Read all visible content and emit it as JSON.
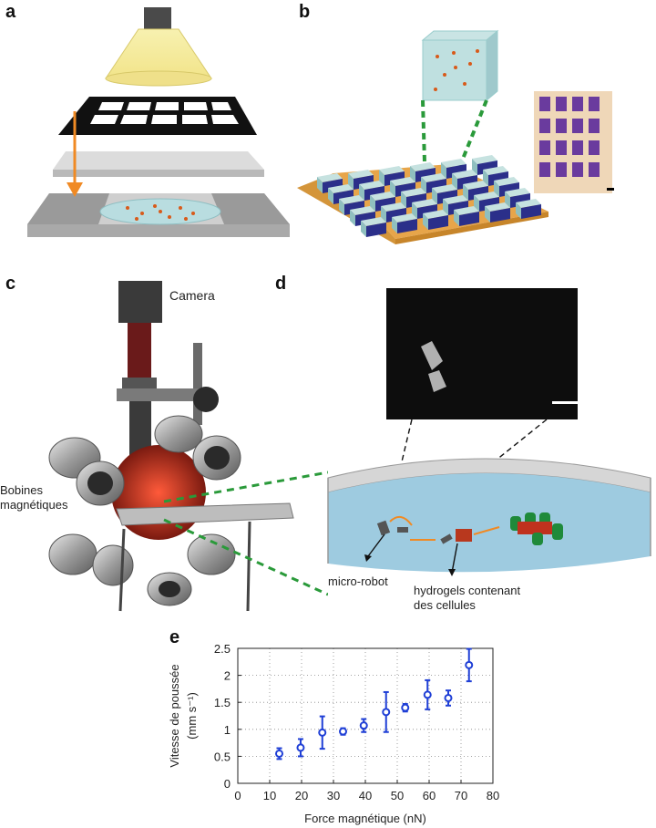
{
  "panels": {
    "a": "a",
    "b": "b",
    "c": "c",
    "d": "d",
    "e": "e"
  },
  "labels": {
    "camera": "Camera",
    "coils_line1": "Bobines",
    "coils_line2": "magnétiques",
    "robot": "micro-robot",
    "hydrogel_line1": "hydrogels contenant",
    "hydrogel_line2": "des cellules"
  },
  "chart_data": {
    "type": "scatter",
    "xlabel": "Force magnétique  (nN)",
    "ylabel_line1": "Vitesse de poussée",
    "ylabel_line2": "(mm s⁻¹)",
    "xlim": [
      0,
      80
    ],
    "ylim": [
      0,
      2.5
    ],
    "xticks": [
      "0",
      "10",
      "20",
      "30",
      "40",
      "50",
      "60",
      "70",
      "80"
    ],
    "yticks": [
      "0",
      "0.5",
      "1",
      "1.5",
      "2",
      "2.5"
    ],
    "grid": true,
    "color": "#1f3fd6",
    "points": [
      {
        "x": 13,
        "y": 0.55,
        "err": 0.1
      },
      {
        "x": 19.7,
        "y": 0.66,
        "err": 0.16
      },
      {
        "x": 26.5,
        "y": 0.94,
        "err": 0.3
      },
      {
        "x": 33,
        "y": 0.96,
        "err": 0.06
      },
      {
        "x": 39.5,
        "y": 1.07,
        "err": 0.12
      },
      {
        "x": 46.5,
        "y": 1.32,
        "err": 0.37
      },
      {
        "x": 52.5,
        "y": 1.4,
        "err": 0.07
      },
      {
        "x": 59.5,
        "y": 1.64,
        "err": 0.27
      },
      {
        "x": 66,
        "y": 1.58,
        "err": 0.14
      },
      {
        "x": 72.5,
        "y": 2.19,
        "err": 0.3
      }
    ]
  }
}
